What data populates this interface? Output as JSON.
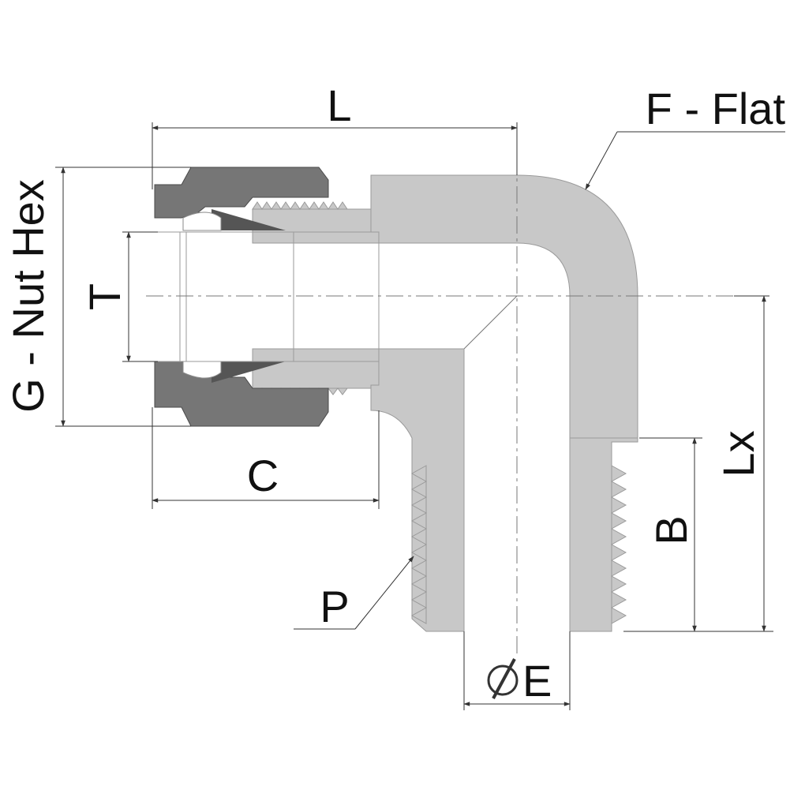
{
  "labels": {
    "length": "L",
    "flat": "F - Flat",
    "nut_hex": "G - Nut Hex",
    "tube": "T",
    "c_dim": "C",
    "thread": "P",
    "b_dim": "B",
    "lx_dim": "Lx",
    "bore": "E"
  },
  "colors": {
    "body": "#c8c8c8",
    "nut": "#767676",
    "outline": "#555555",
    "dim_line": "#333333"
  }
}
